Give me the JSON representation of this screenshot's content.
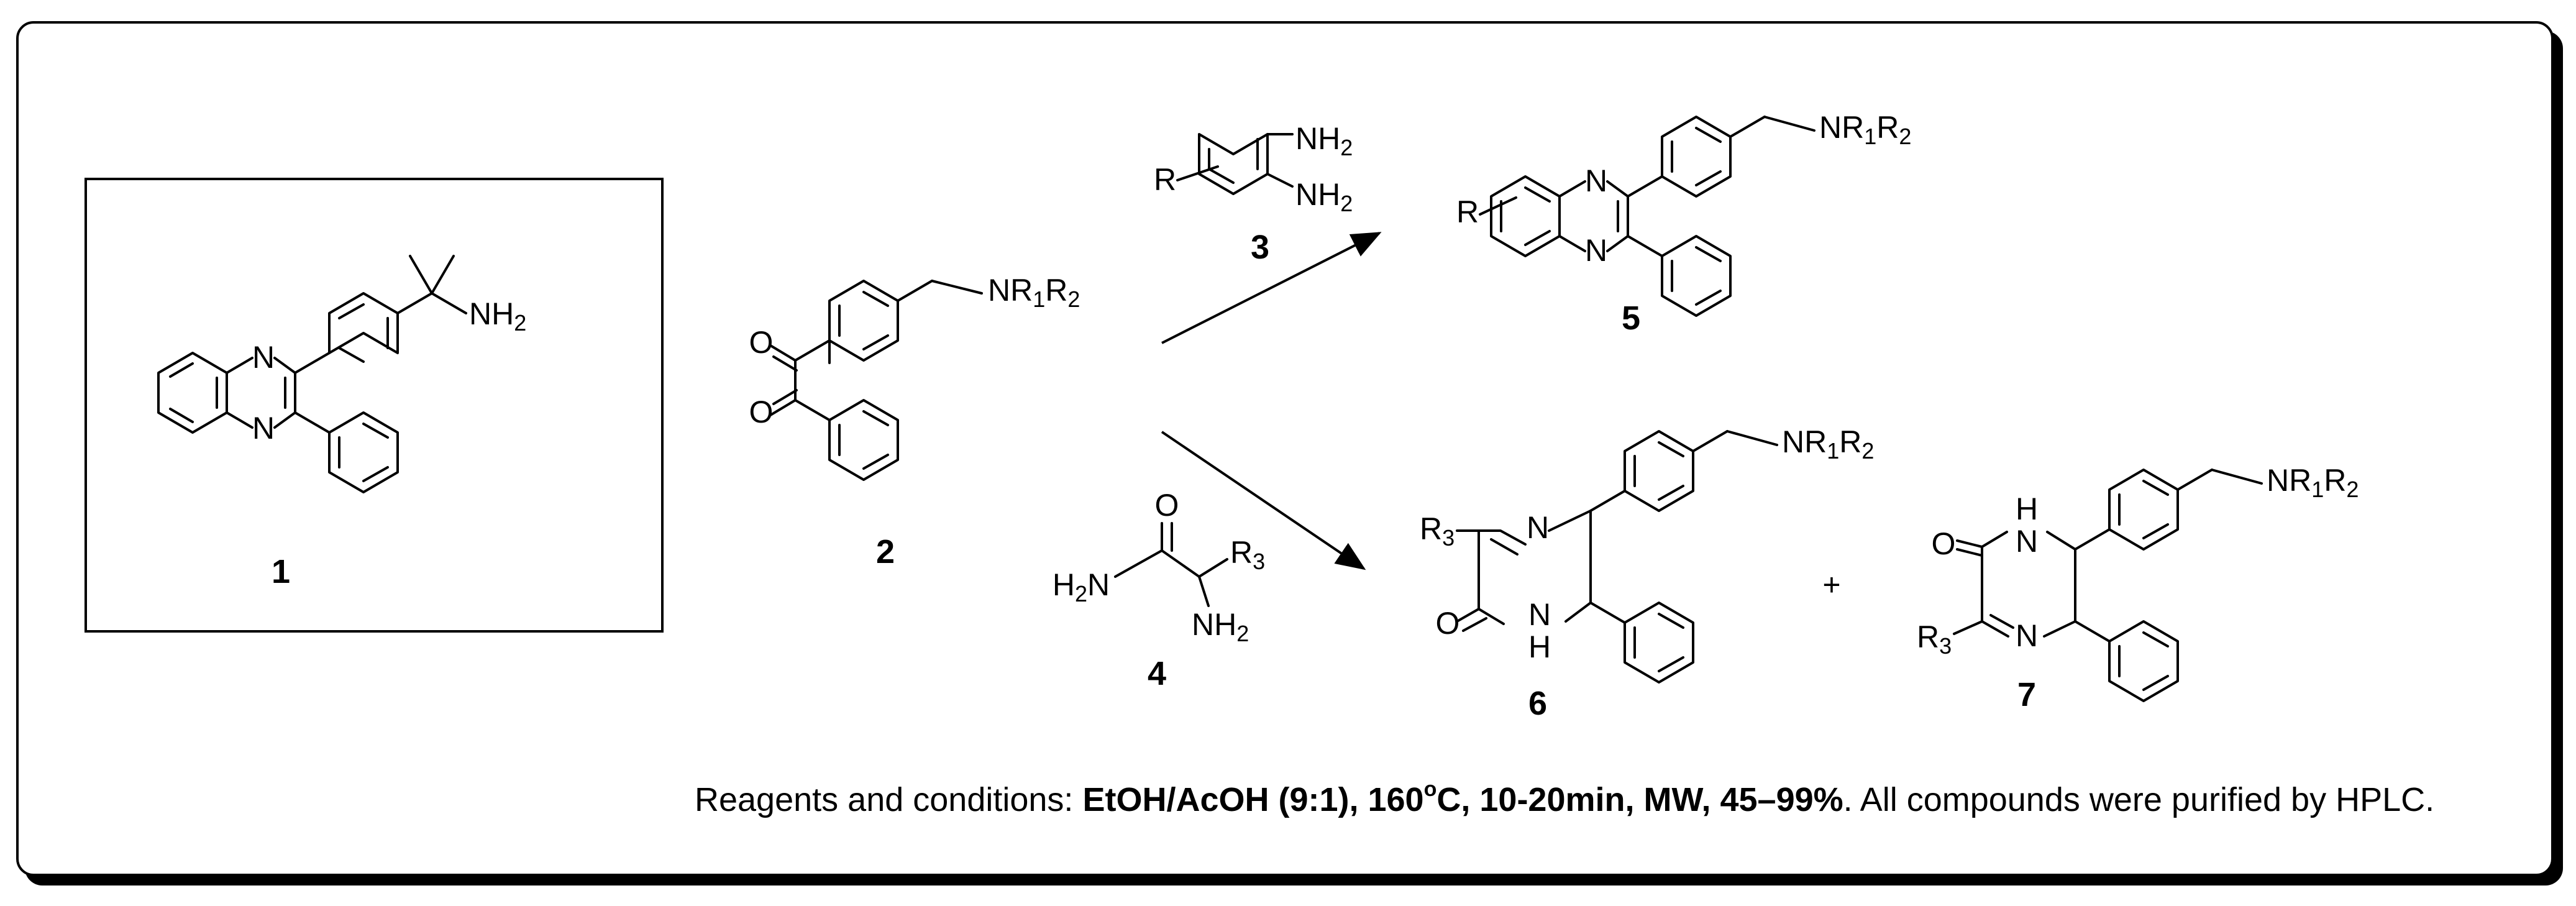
{
  "compounds": [
    {
      "id": "1",
      "substituents": {
        "amine": [
          "NH",
          "2"
        ]
      }
    },
    {
      "id": "2",
      "substituents": {
        "amine": [
          "NR",
          "1",
          "R",
          "2"
        ],
        "carbonyl_1": "O",
        "carbonyl_2": "O"
      }
    },
    {
      "id": "3",
      "substituents": {
        "amine_1": [
          "NH",
          "2"
        ],
        "amine_2": [
          "NH",
          "2"
        ],
        "r": "R"
      }
    },
    {
      "id": "4",
      "substituents": {
        "amide_n": [
          "H",
          "2",
          "N"
        ],
        "carbonyl": "O",
        "r3": [
          "R",
          "3"
        ],
        "amine": [
          "NH",
          "2"
        ]
      }
    },
    {
      "id": "5",
      "substituents": {
        "amine": [
          "NR",
          "1",
          "R",
          "2"
        ],
        "r": "R"
      }
    },
    {
      "id": "6",
      "substituents": {
        "amine": [
          "NR",
          "1",
          "R",
          "2"
        ],
        "r3": [
          "R",
          "3"
        ],
        "carbonyl": "O",
        "nh": [
          "N",
          "H"
        ]
      }
    },
    {
      "id": "7",
      "substituents": {
        "amine": [
          "NR",
          "1",
          "R",
          "2"
        ],
        "r3": [
          "R",
          "3"
        ],
        "carbonyl": "O",
        "nh": [
          "H",
          "N"
        ]
      }
    }
  ],
  "ring_atom": "N",
  "plus_sign": "+",
  "conditions": {
    "prefix": "Reagents and conditions: ",
    "bold_1": "EtOH/AcOH (9:1), 160",
    "degree": "o",
    "bold_2": "C, 10-20min, MW, 45–99%",
    "suffix": ". All compounds were purified by HPLC."
  },
  "colors": {
    "ink": "#000000",
    "background": "#ffffff",
    "frame": "#000000"
  }
}
